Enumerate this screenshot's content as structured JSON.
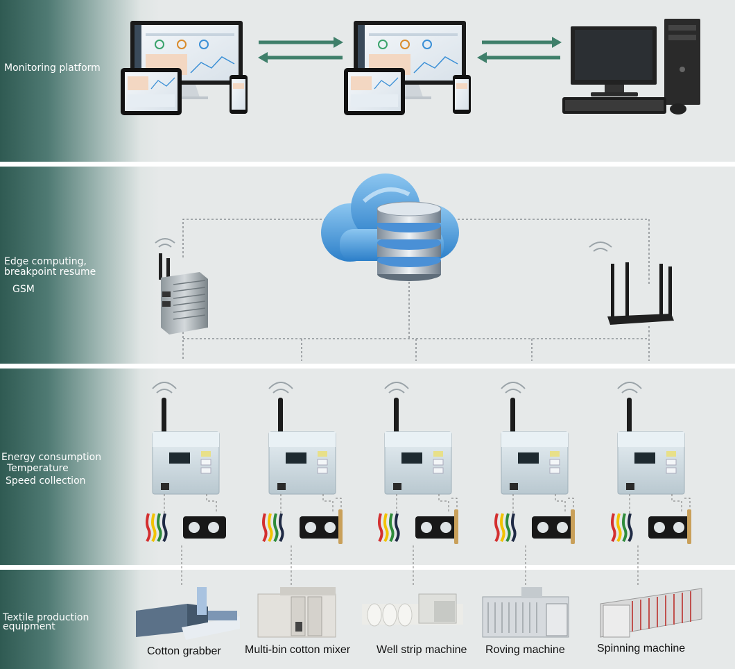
{
  "layers": {
    "monitoring": {
      "label": "Monitoring platform"
    },
    "edge": {
      "label_line1": "Edge computing,",
      "label_line2": "breakpoint resume",
      "label_line3": "GSM"
    },
    "collection": {
      "label_line1": "Energy consumption",
      "label_line2": "Temperature",
      "label_line3": "Speed collection"
    },
    "equipment": {
      "label_line1": "Textile production",
      "label_line2": "equipment"
    }
  },
  "machines": [
    {
      "label": "Cotton grabber"
    },
    {
      "label": "Multi-bin cotton mixer"
    },
    {
      "label": "Well strip machine"
    },
    {
      "label": "Roving machine"
    },
    {
      "label": "Spinning machine"
    }
  ],
  "colors": {
    "arrow": "#3f7f6a",
    "band_dark": "#2f5a52",
    "cloud": "#3a8fd6",
    "device_panel": "#dfe8ec"
  }
}
